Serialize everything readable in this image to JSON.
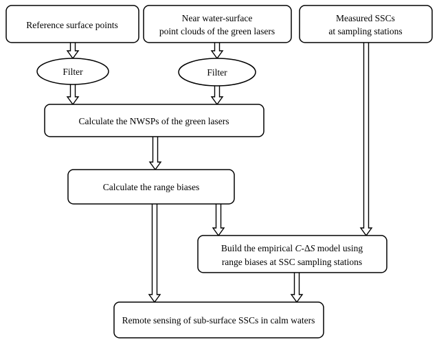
{
  "nodes": {
    "reference_points": {
      "lines": [
        "Reference surface points"
      ]
    },
    "near_water_clouds": {
      "lines": [
        "Near water-surface",
        "point clouds of the green lasers"
      ]
    },
    "measured_sscs": {
      "lines": [
        "Measured SSCs",
        "at sampling stations"
      ]
    },
    "filter_left": {
      "lines": [
        "Filter"
      ]
    },
    "filter_right": {
      "lines": [
        "Filter"
      ]
    },
    "calc_nwsps": {
      "lines": [
        "Calculate the NWSPs of the green lasers"
      ]
    },
    "calc_range_biases": {
      "lines": [
        "Calculate the range biases"
      ]
    },
    "build_model": {
      "line1_prefix": "Build the empirical ",
      "line1_italic_c": "C",
      "line1_dash": "-Δ",
      "line1_italic_s": "S",
      "line1_suffix": " model using",
      "line2": "range biases at SSC sampling stations"
    },
    "remote_sensing": {
      "lines": [
        "Remote sensing of sub-surface SSCs in calm waters"
      ]
    }
  },
  "colors": {
    "stroke": "#000000",
    "fill": "#ffffff",
    "text": "#000000"
  }
}
